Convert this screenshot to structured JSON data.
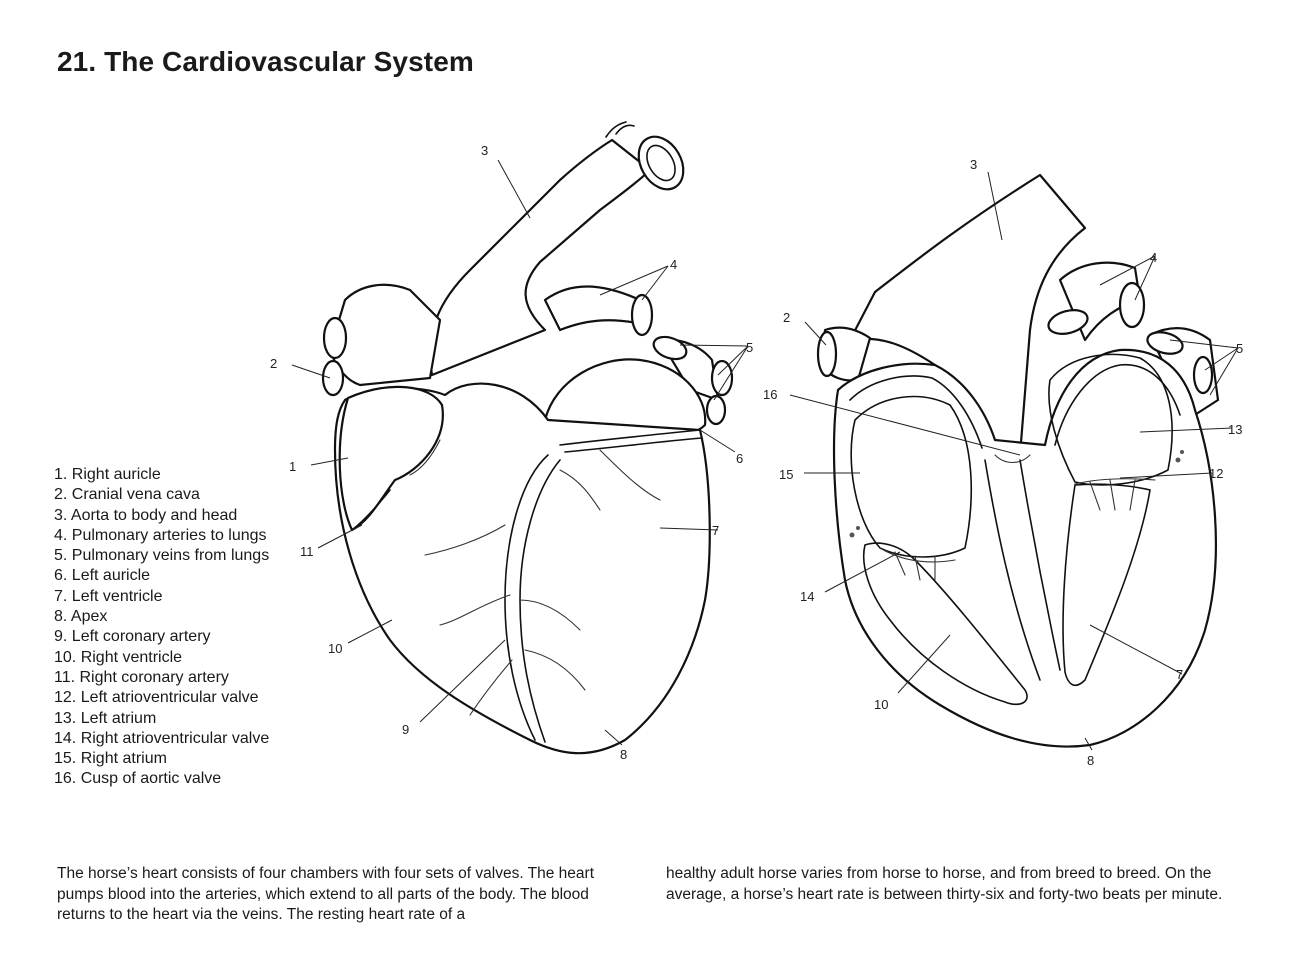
{
  "title": "21. The Cardiovascular System",
  "legend": [
    "1. Right auricle",
    "2. Cranial vena cava",
    "3. Aorta to body and head",
    "4. Pulmonary arteries to lungs",
    "5. Pulmonary veins from lungs",
    "6. Left auricle",
    "7. Left ventricle",
    "8. Apex",
    "9. Left coronary artery",
    "10. Right ventricle",
    "11. Right coronary artery",
    "12. Left atrioventricular valve",
    "13. Left atrium",
    "14. Right atrioventricular valve",
    "15. Right atrium",
    "16. Cusp of aortic valve"
  ],
  "external_labels": [
    "1",
    "2",
    "3",
    "4",
    "5",
    "6",
    "7",
    "8",
    "9",
    "10",
    "11"
  ],
  "section_labels": [
    "2",
    "3",
    "4",
    "5",
    "7",
    "8",
    "10",
    "12",
    "13",
    "14",
    "15",
    "16"
  ],
  "paragraphs": [
    "The horse’s heart consists of four chambers with four sets of valves. The heart pumps blood into the arteries, which extend to all parts of the body. The blood returns to the heart via the veins. The resting heart rate of a",
    "healthy adult horse varies from horse to horse, and from breed to breed. On the average, a horse’s heart rate is between thirty-six and forty-two beats per minute."
  ]
}
